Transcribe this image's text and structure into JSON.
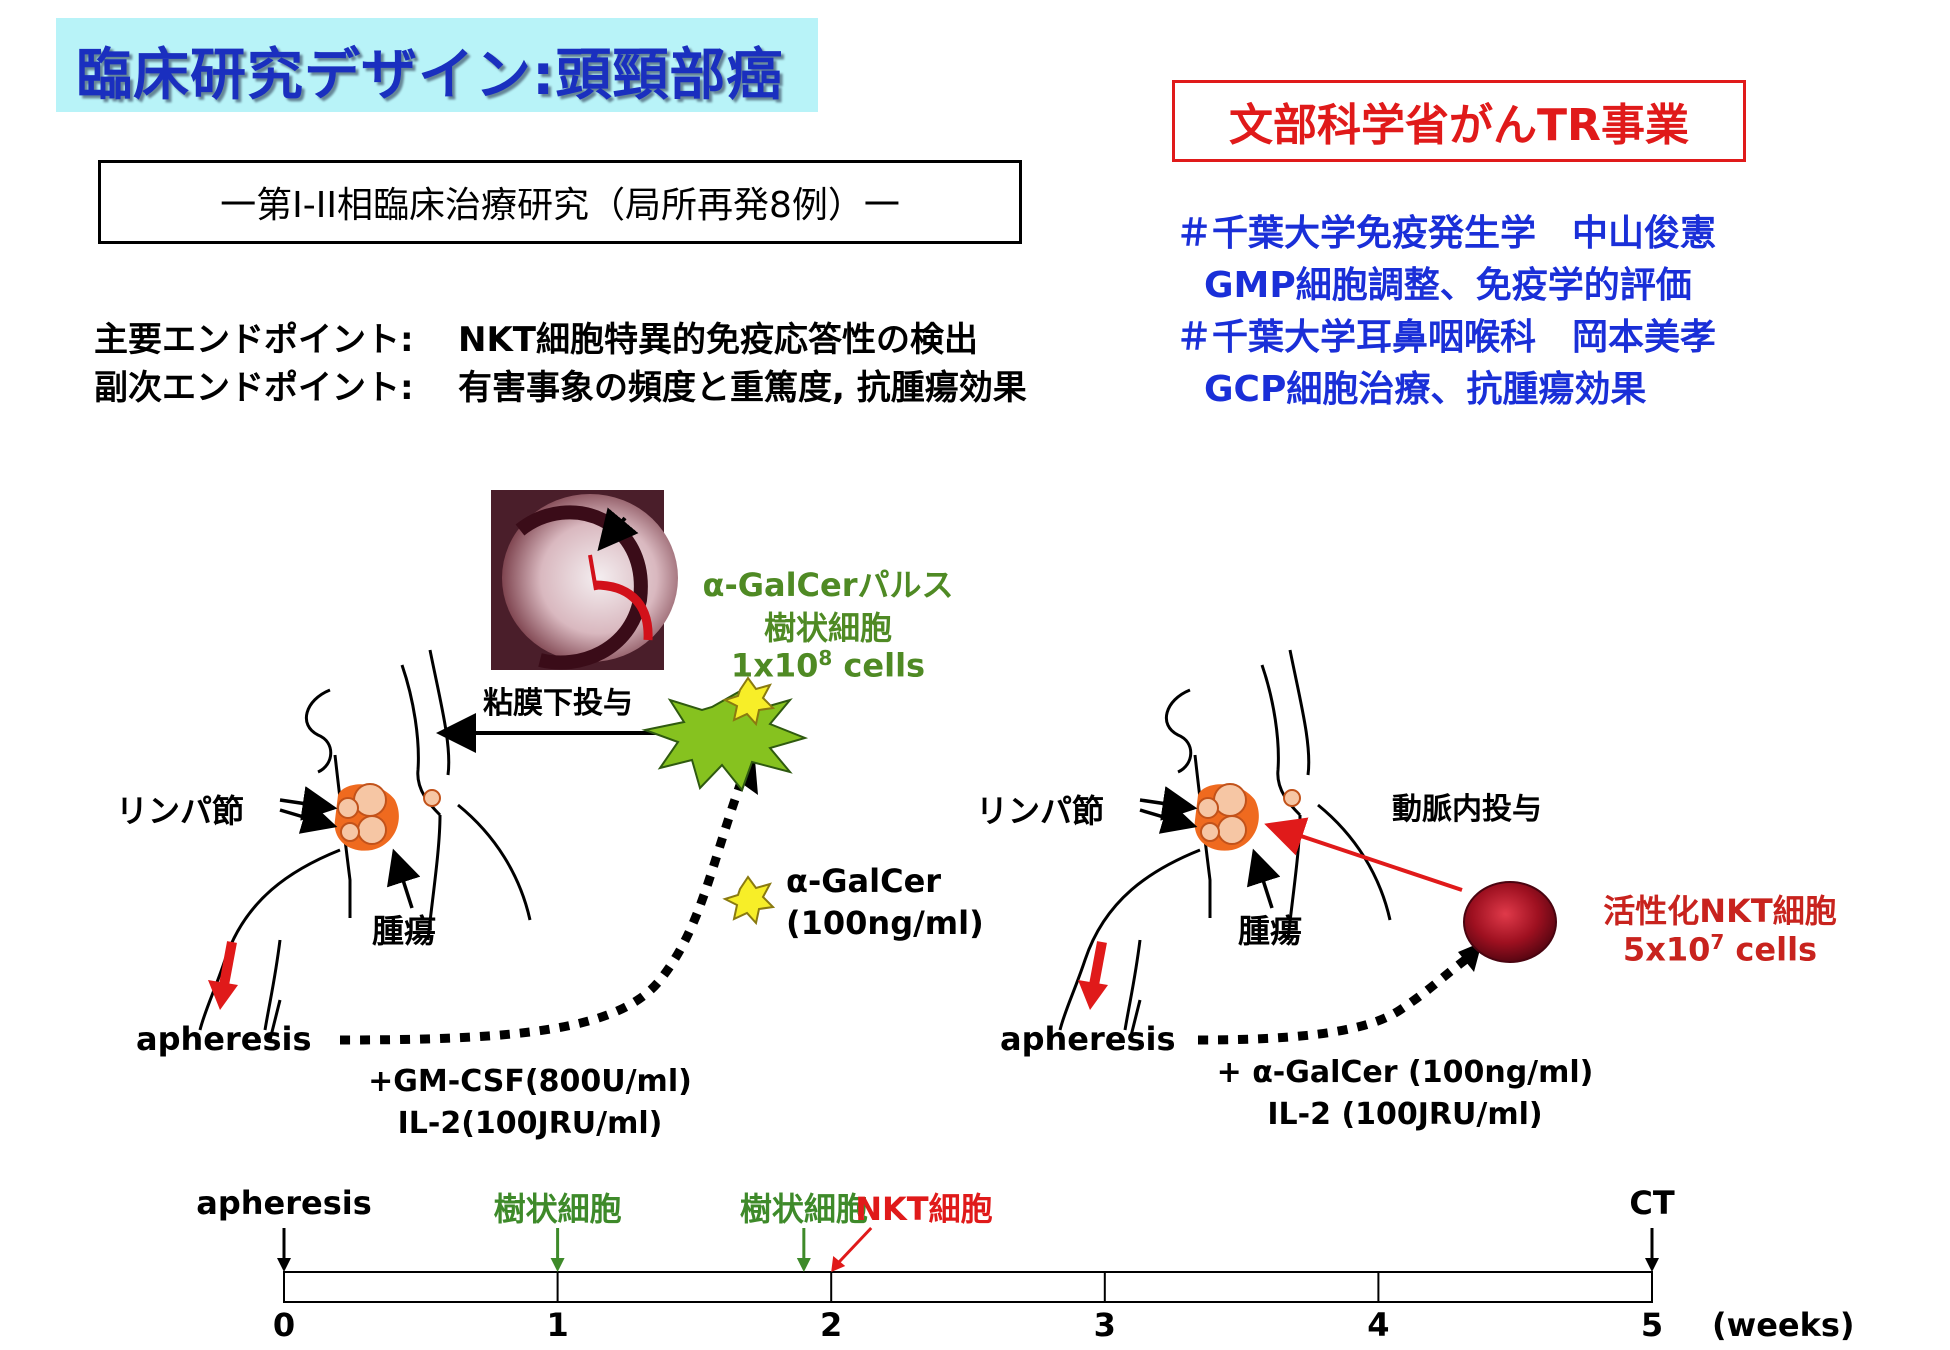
{
  "title": "臨床研究デザイン:頭頸部癌",
  "phase_box": "一第I-II相臨床治療研究（局所再発8例）一",
  "mext_box": "文部科学省がんTR事業",
  "endpoints": [
    {
      "label": "主要エンドポイント:",
      "value": "NKT細胞特異的免疫応答性の検出"
    },
    {
      "label": "副次エンドポイント:",
      "value": "有害事象の頻度と重篤度, 抗腫瘍効果"
    }
  ],
  "affiliations": [
    "＃千葉大学免疫発生学　中山俊憲",
    "GMP細胞調整、免疫学的評価",
    "＃千葉大学耳鼻咽喉科　岡本美孝",
    "GCP細胞治療、抗腫瘍効果"
  ],
  "left_panel": {
    "dc_title": "α-GalCerパルス",
    "dc_sub": "樹状細胞",
    "dc_count_base": "1x10",
    "dc_count_exp": "8",
    "dc_count_unit": " cells",
    "submucosal": "粘膜下投与",
    "lymph_node": "リンパ節",
    "tumor": "腫瘍",
    "apheresis": "apheresis",
    "galcer": "α-GalCer",
    "galcer_conc": "(100ng/ml)",
    "culture_1": "+GM-CSF(800U/ml)",
    "culture_2": "IL-2(100JRU/ml)"
  },
  "right_panel": {
    "lymph_node": "リンパ節",
    "intra_arterial": "動脈内投与",
    "tumor": "腫瘍",
    "apheresis": "apheresis",
    "nkt_title": "活性化NKT細胞",
    "nkt_count_base": "5x10",
    "nkt_count_exp": "7",
    "nkt_count_unit": " cells",
    "culture_1": "+ α-GalCer (100ng/ml)",
    "culture_2": "IL-2 (100JRU/ml)"
  },
  "timeline": {
    "ticks": [
      "0",
      "1",
      "2",
      "3",
      "4",
      "5"
    ],
    "unit": "(weeks)",
    "events": [
      {
        "label": "apheresis",
        "week": 0,
        "color": "#000000"
      },
      {
        "label": "樹状細胞",
        "week": 1,
        "color": "#3e8a2a"
      },
      {
        "label": "樹状細胞",
        "week": 1.9,
        "color": "#3e8a2a"
      },
      {
        "label": "NKT細胞",
        "week": 2,
        "color": "#e01a1a"
      },
      {
        "label": "CT",
        "week": 5,
        "color": "#000000"
      }
    ]
  },
  "colors": {
    "title": "#1a2fbf",
    "title_bg": "#b8f3f8",
    "affiliation": "#1a2fd8",
    "mext": "#e01a1a",
    "dc_green": "#4f8a24",
    "nkt_red": "#c8231e",
    "tumor_orange": "#ef6a1f"
  }
}
